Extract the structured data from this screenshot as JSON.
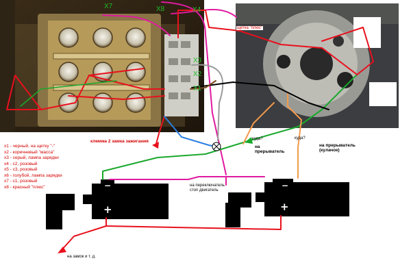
{
  "connector_labels": {
    "x7": "X7",
    "x8": "X8",
    "x4": "X4",
    "x3": "X3",
    "x2": "X2",
    "x1": "X1"
  },
  "photo_labels": {
    "plus_brush": "щетка \"плюс\"",
    "ignition_terminal": "клемма 2 замка зажигания"
  },
  "question_labels": {
    "q1": "куда?",
    "q1_target": "на\nпрерыватель",
    "q2": "куда?",
    "q2_target": "на прерыватель\n(кулачок)"
  },
  "bottom_labels": {
    "stop_switch": "на переключатель\nстоп двигатель",
    "to_lock": "на замок и т. д."
  },
  "legend": [
    "x1 - черный, на щетку \"-\"",
    "x2 - коричневый \"масса\"",
    "x3 - серый, лампа зарядки",
    "x4 - с2, розовый",
    "x5 - с3, розовый",
    "x6 - голубой, лампа зарядки",
    "x7 - с1, розовый",
    "x8 - красный \"плюс\""
  ],
  "polarity": {
    "plus": "+",
    "minus": "−"
  },
  "colors": {
    "red": "#e8101c",
    "magenta": "#e01aa0",
    "green": "#1aa82c",
    "orange": "#f29a4c",
    "blue": "#2b7fe0",
    "grey": "#9a9a9a",
    "black": "#000000",
    "label_green": "#1fbf2a",
    "label_red": "#d40000"
  }
}
